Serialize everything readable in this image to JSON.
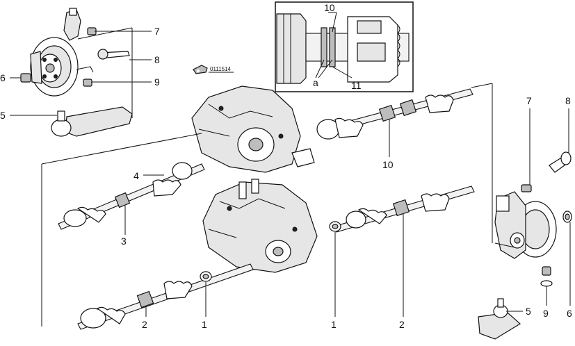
{
  "figure_code": "0111514",
  "callouts": {
    "knuckle_left": {
      "n5": "5",
      "n6": "6",
      "n7": "7",
      "n8": "8",
      "n9": "9"
    },
    "inset": {
      "n10": "10",
      "n11": "11",
      "a": "a"
    },
    "rear_shafts": {
      "n4": "4",
      "n3": "3",
      "n10": "10"
    },
    "front_shafts": {
      "n2_left": "2",
      "n1_left": "1",
      "n1_right": "1",
      "n2_right": "2"
    },
    "knuckle_right": {
      "n7": "7",
      "n8": "8",
      "n5": "5",
      "n9": "9",
      "n6": "6"
    }
  }
}
